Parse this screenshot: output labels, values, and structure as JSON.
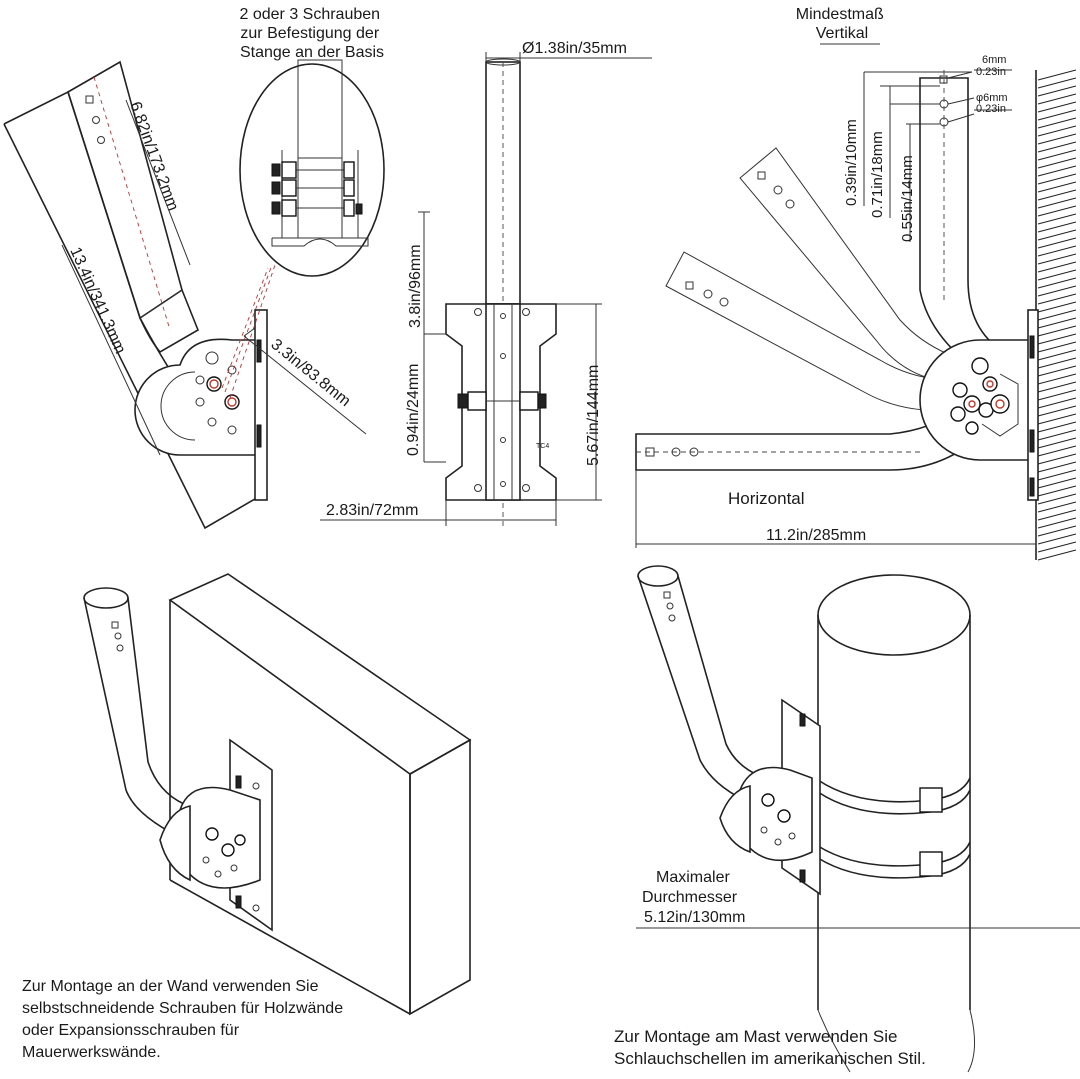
{
  "labels": {
    "screws_title": [
      "2 oder 3 Schrauben",
      "zur Befestigung der",
      "Stange an der Basis"
    ],
    "diameter": "Ø1.38in/35mm",
    "len_682": "6.82in/173.2mm",
    "len_134": "13.4in/341.3mm",
    "len_33": "3.3in/83.8mm",
    "len_38": "3.8in/96mm",
    "len_094": "0.94in/24mm",
    "len_567": "5.67in/144mm",
    "len_283": "2.83in/72mm",
    "tag": "TC4",
    "min_vertical": [
      "Mindestmaß",
      "Vertikal"
    ],
    "len_6mm": "6mm",
    "len_023a": "0.23in",
    "len_phi6": "φ6mm",
    "len_023b": "0.23in",
    "len_039": "0.39in/10mm",
    "len_071": "0.71in/18mm",
    "len_055": "0.55in/14mm",
    "horizontal": "Horizontal",
    "len_112": "11.2in/285mm",
    "max_diameter": [
      "Maximaler",
      "Durchmesser"
    ],
    "len_512": "5.12in/130mm"
  },
  "captions": {
    "wall_mount": [
      "Zur Montage an der Wand verwenden Sie",
      "selbstschneidende Schrauben für Holzwände",
      "oder Expansionsschrauben für",
      "Mauerwerkswände."
    ],
    "mast_mount": [
      "Zur Montage am Mast verwenden Sie",
      "Schlauchschellen im amerikanischen Stil."
    ]
  }
}
